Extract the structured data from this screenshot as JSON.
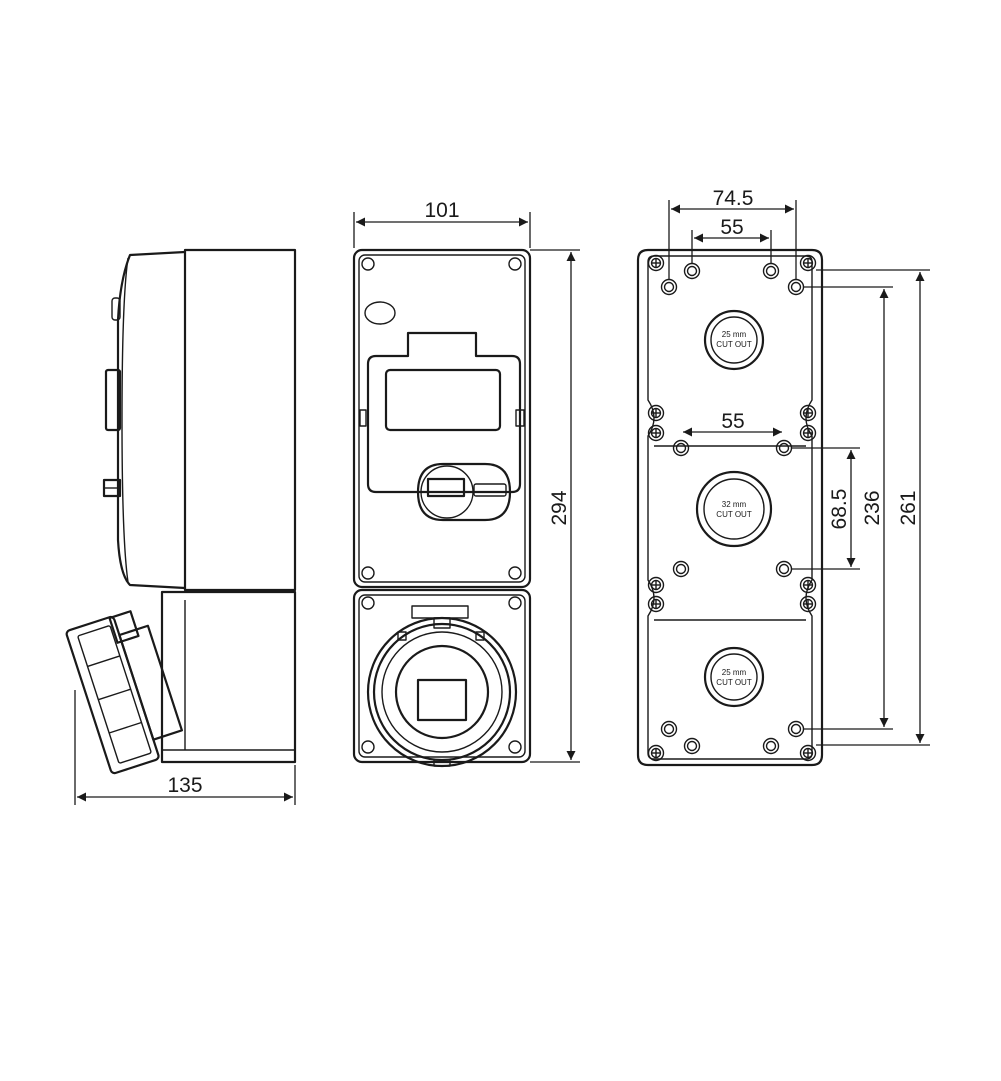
{
  "dimensions": {
    "side_width": "135",
    "front_width": "101",
    "front_height": "294",
    "back_top_spacing_outer": "74.5",
    "back_top_spacing_inner": "55",
    "back_mid_spacing": "55",
    "back_mid_vertical": "68.5",
    "back_inner_height": "236",
    "back_outer_height": "261"
  },
  "cutouts": {
    "top_size": "25 mm",
    "top_label": "CUT OUT",
    "middle_size": "32 mm",
    "middle_label": "CUT OUT",
    "bottom_size": "25 mm",
    "bottom_label": "CUT OUT"
  },
  "colors": {
    "line": "#1a1a1a",
    "background": "#ffffff"
  }
}
